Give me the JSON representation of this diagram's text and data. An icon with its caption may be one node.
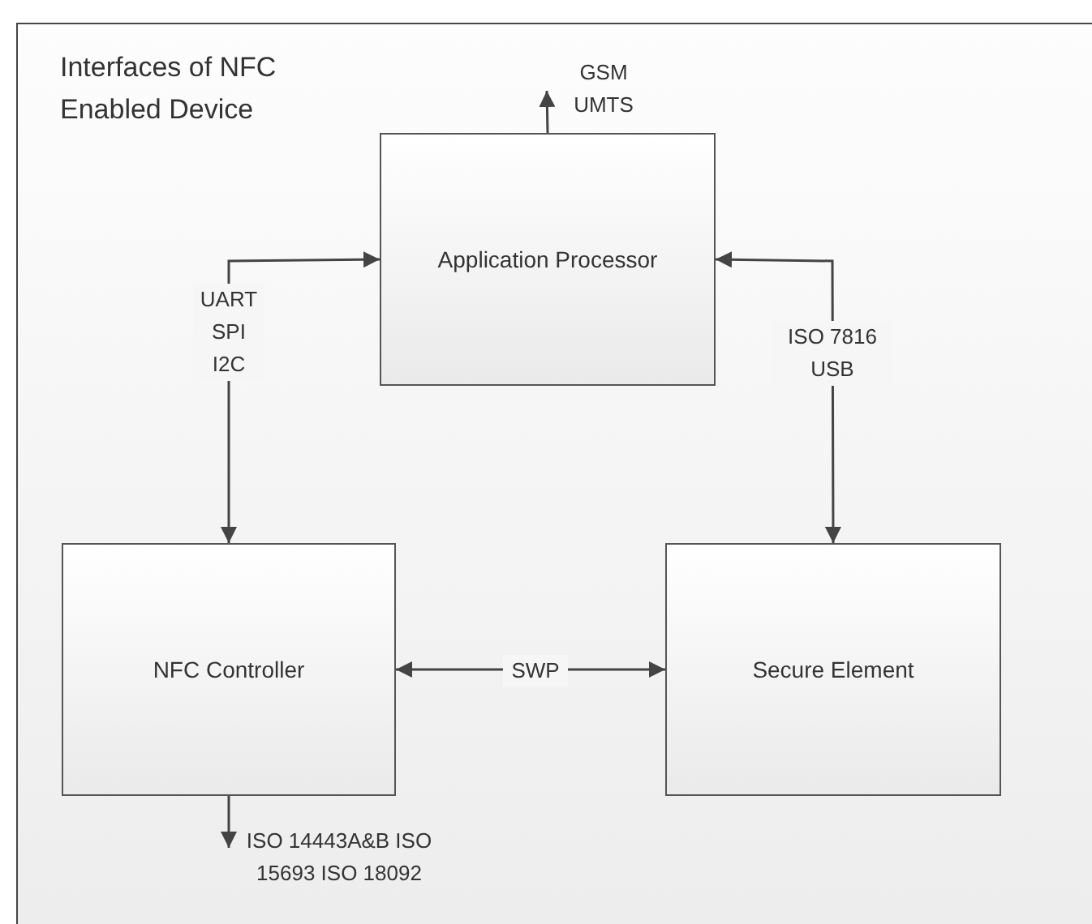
{
  "diagram": {
    "title": "Interfaces of NFC Enabled Device",
    "nodes": [
      {
        "text": [
          "Application Processor"
        ]
      },
      {
        "text": [
          "NFC Controller"
        ]
      },
      {
        "text": [
          "Secure Element"
        ]
      }
    ],
    "edges": [
      {
        "from": 1,
        "to": 0,
        "arrow": "both",
        "label": "UART SPI I2C"
      },
      {
        "from": 2,
        "to": 0,
        "arrow": "both",
        "label": "ISO 7816 USB"
      },
      {
        "from": 1,
        "to": 2,
        "arrow": "both",
        "label": "SWP"
      },
      {
        "from": 0,
        "to": null,
        "arrow": "to",
        "label": "GSM UMTS"
      },
      {
        "from": 1,
        "to": null,
        "arrow": "to",
        "label": "ISO 14443A&B ISO 15693 ISO 18092"
      }
    ]
  }
}
